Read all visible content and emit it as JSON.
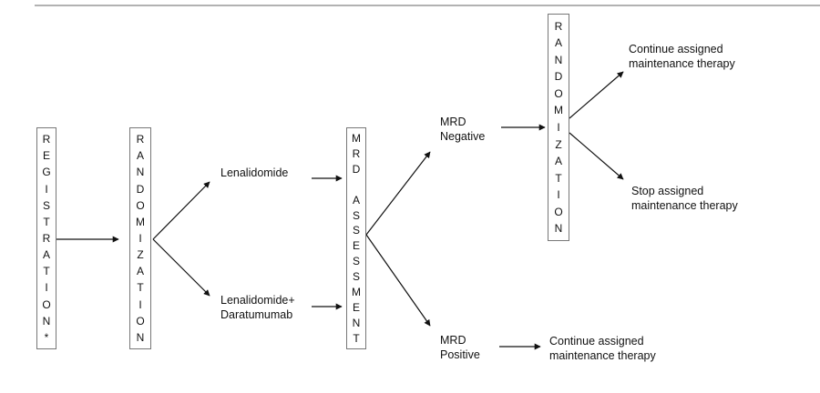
{
  "boxes": {
    "registration": "REGISTRATION*",
    "randomization_1": "RANDOMIZATION",
    "mrd_assessment": "MRD ASSESSMENT",
    "randomization_2": "RANDOMIZATION"
  },
  "arms": {
    "arm_a": "Lenalidomide",
    "arm_b_line1": "Lenalidomide+",
    "arm_b_line2": "Daratumumab"
  },
  "mrd": {
    "negative_line1": "MRD",
    "negative_line2": "Negative",
    "positive_line1": "MRD",
    "positive_line2": "Positive"
  },
  "outcomes": {
    "continue_top_line1": "Continue assigned",
    "continue_top_line2": "maintenance therapy",
    "stop_line1": "Stop assigned",
    "stop_line2": "maintenance therapy",
    "continue_bottom_line1": "Continue assigned",
    "continue_bottom_line2": "maintenance therapy"
  }
}
